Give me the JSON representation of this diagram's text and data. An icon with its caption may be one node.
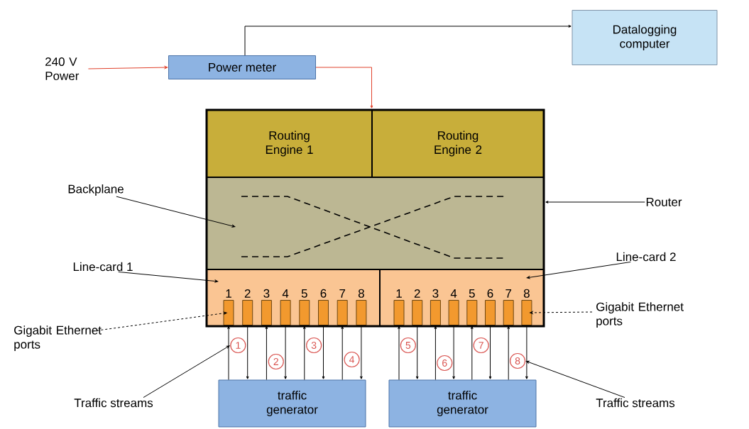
{
  "diagram": {
    "nodes": [
      {
        "text": [
          "240 V Power"
        ]
      },
      {
        "text": [
          "Power meter"
        ]
      },
      {
        "text": [
          "Datalogging computer"
        ]
      },
      {
        "text": [],
        "shape": "box"
      },
      {
        "text": [
          "Routing Engine 1"
        ],
        "in": 3
      },
      {
        "text": [
          "Routing Engine 2"
        ],
        "in": 3
      },
      {
        "text": [],
        "shape": "box",
        "in": 3
      },
      {
        "text": [],
        "shape": "box",
        "in": 3
      },
      {
        "text": [],
        "shape": "box",
        "in": 3
      },
      {
        "text": [],
        "shape": "box",
        "beside": [
          "1"
        ],
        "in": 7
      },
      {
        "text": [],
        "shape": "box",
        "beside": [
          "2"
        ],
        "in": 7
      },
      {
        "text": [],
        "shape": "box",
        "beside": [
          "3"
        ],
        "in": 7
      },
      {
        "text": [],
        "shape": "box",
        "beside": [
          "4"
        ],
        "in": 7
      },
      {
        "text": [],
        "shape": "box",
        "beside": [
          "5"
        ],
        "in": 7
      },
      {
        "text": [],
        "shape": "box",
        "beside": [
          "6"
        ],
        "in": 7
      },
      {
        "text": [],
        "shape": "box",
        "beside": [
          "7"
        ],
        "in": 7
      },
      {
        "text": [],
        "shape": "box",
        "beside": [
          "8"
        ],
        "in": 7
      },
      {
        "text": [],
        "shape": "box",
        "beside": [
          "1"
        ],
        "in": 8
      },
      {
        "text": [],
        "shape": "box",
        "beside": [
          "2"
        ],
        "in": 8
      },
      {
        "text": [],
        "shape": "box",
        "beside": [
          "3"
        ],
        "in": 8
      },
      {
        "text": [],
        "shape": "box",
        "beside": [
          "4"
        ],
        "in": 8
      },
      {
        "text": [],
        "shape": "box",
        "beside": [
          "5"
        ],
        "in": 8
      },
      {
        "text": [],
        "shape": "box",
        "beside": [
          "6"
        ],
        "in": 8
      },
      {
        "text": [],
        "shape": "box",
        "beside": [
          "7"
        ],
        "in": 8
      },
      {
        "text": [],
        "shape": "box",
        "beside": [
          "8"
        ],
        "in": 8
      },
      {
        "text": [
          "traffic generator"
        ]
      },
      {
        "text": [
          "traffic generator"
        ]
      },
      {
        "text": [
          "1"
        ]
      },
      {
        "text": [
          "2"
        ]
      },
      {
        "text": [
          "3"
        ]
      },
      {
        "text": [
          "4"
        ]
      },
      {
        "text": [
          "5"
        ]
      },
      {
        "text": [
          "6"
        ]
      },
      {
        "text": [
          "7"
        ]
      },
      {
        "text": [
          "8"
        ]
      },
      {
        "text": [
          "Backplane"
        ]
      },
      {
        "text": [
          "Router"
        ]
      },
      {
        "text": [
          "Line-card 1"
        ]
      },
      {
        "text": [
          "Line-card 2"
        ]
      },
      {
        "text": [
          "Gigabit Ethernet ports"
        ]
      },
      {
        "text": [
          "Gigabit Ethernet ports"
        ]
      },
      {
        "text": [
          "Traffic streams"
        ]
      },
      {
        "text": [
          "Traffic streams"
        ]
      }
    ],
    "edges": [
      {
        "from": 0,
        "to": 1,
        "arrow": "to",
        "color": "#e0402a"
      },
      {
        "from": 1,
        "to": 3,
        "arrow": "to",
        "color": "#e0402a"
      },
      {
        "from": 1,
        "to": 2,
        "arrow": "to"
      },
      {
        "from": 35,
        "to": 6,
        "arrow": "to"
      },
      {
        "from": 36,
        "to": 3,
        "arrow": "to"
      },
      {
        "from": 37,
        "to": 7,
        "arrow": "to"
      },
      {
        "from": 38,
        "to": 8,
        "arrow": "to"
      },
      {
        "from": 39,
        "to": 9,
        "arrow": "to",
        "style": "dashed"
      },
      {
        "from": 40,
        "to": 24,
        "arrow": "to",
        "style": "dashed"
      },
      {
        "from": 41,
        "to": 27,
        "arrow": "to"
      },
      {
        "from": 42,
        "to": 34,
        "arrow": "to"
      },
      {
        "from": 25,
        "to": 9,
        "arrow": "to"
      },
      {
        "from": 10,
        "to": 25,
        "arrow": "to"
      },
      {
        "from": 25,
        "to": 11,
        "arrow": "to"
      },
      {
        "from": 12,
        "to": 25,
        "arrow": "to"
      },
      {
        "from": 25,
        "to": 13,
        "arrow": "to"
      },
      {
        "from": 14,
        "to": 25,
        "arrow": "to"
      },
      {
        "from": 25,
        "to": 15,
        "arrow": "to"
      },
      {
        "from": 16,
        "to": 25,
        "arrow": "to"
      },
      {
        "from": 26,
        "to": 17,
        "arrow": "to"
      },
      {
        "from": 18,
        "to": 26,
        "arrow": "to"
      },
      {
        "from": 26,
        "to": 19,
        "arrow": "to"
      },
      {
        "from": 20,
        "to": 26,
        "arrow": "to"
      },
      {
        "from": 26,
        "to": 21,
        "arrow": "to"
      },
      {
        "from": 22,
        "to": 26,
        "arrow": "to"
      },
      {
        "from": 26,
        "to": 23,
        "arrow": "to"
      },
      {
        "from": 24,
        "to": 26,
        "arrow": "to"
      }
    ]
  }
}
